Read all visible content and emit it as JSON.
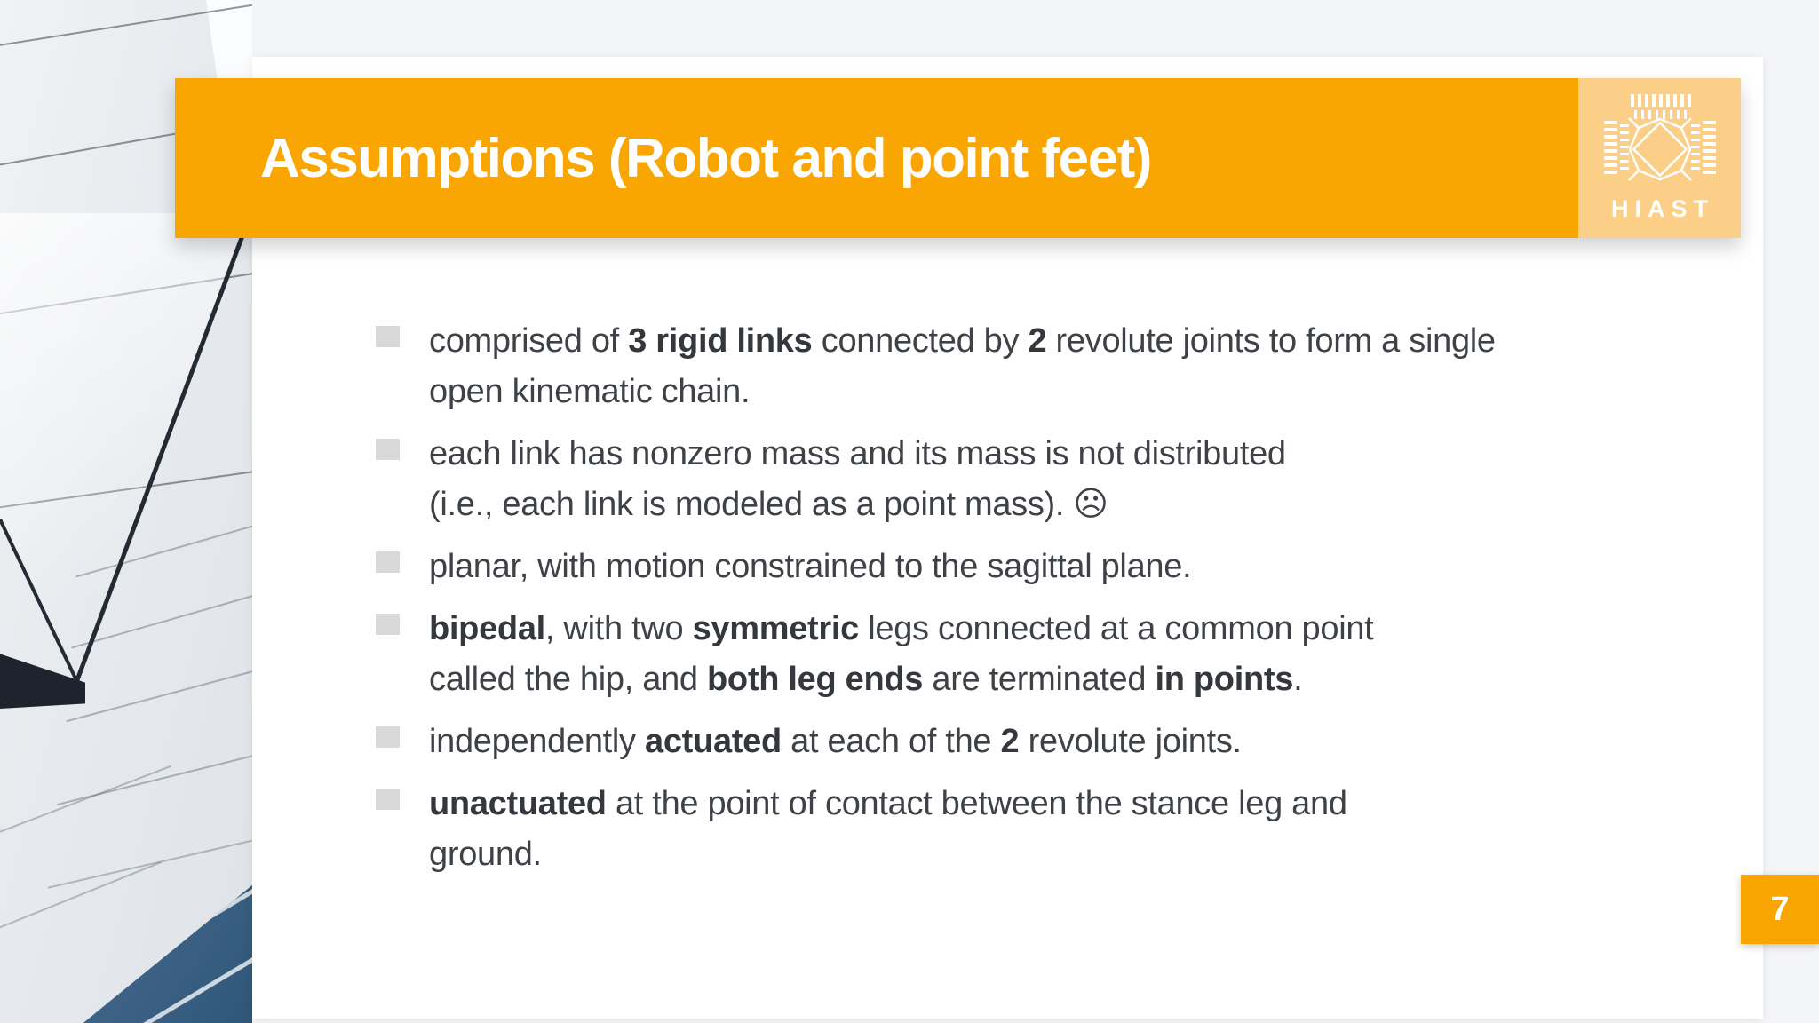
{
  "slide": {
    "title": "Assumptions (Robot and point feet)",
    "page_number": "7"
  },
  "logo": {
    "text": "HIAST",
    "icon": "chip-circuit-icon"
  },
  "colors": {
    "banner_orange": "#F9A602",
    "logo_background": "#FBCF87",
    "body_text": "#3E4247",
    "bullet_marker": "#D9D9DA",
    "photo_glass_blue": "#3D6285"
  },
  "bullets": [
    {
      "lines": [
        [
          {
            "t": "comprised of ",
            "b": false
          },
          {
            "t": "3 rigid links",
            "b": true
          },
          {
            "t": " connected by ",
            "b": false
          },
          {
            "t": "2",
            "b": true
          },
          {
            "t": " revolute joints to form a single",
            "b": false
          }
        ],
        [
          {
            "t": "open kinematic chain.",
            "b": false
          }
        ]
      ]
    },
    {
      "lines": [
        [
          {
            "t": "each link has nonzero mass and its mass is not distributed",
            "b": false
          }
        ],
        [
          {
            "t": "(i.e., each link is modeled as a point mass). ☹",
            "b": false
          }
        ]
      ]
    },
    {
      "lines": [
        [
          {
            "t": "planar, with motion constrained to the sagittal plane.",
            "b": false
          }
        ]
      ]
    },
    {
      "lines": [
        [
          {
            "t": "bipedal",
            "b": true
          },
          {
            "t": ", with two ",
            "b": false
          },
          {
            "t": "symmetric",
            "b": true
          },
          {
            "t": " legs connected at a common point",
            "b": false
          }
        ],
        [
          {
            "t": "called the hip, and ",
            "b": false
          },
          {
            "t": "both leg ends",
            "b": true
          },
          {
            "t": " are terminated ",
            "b": false
          },
          {
            "t": "in points",
            "b": true
          },
          {
            "t": ".",
            "b": false
          }
        ]
      ]
    },
    {
      "lines": [
        [
          {
            "t": "independently ",
            "b": false
          },
          {
            "t": "actuated",
            "b": true
          },
          {
            "t": " at each of the ",
            "b": false
          },
          {
            "t": "2",
            "b": true
          },
          {
            "t": " revolute joints.",
            "b": false
          }
        ]
      ]
    },
    {
      "lines": [
        [
          {
            "t": "unactuated",
            "b": true
          },
          {
            "t": " at the point of contact between the stance leg and",
            "b": false
          }
        ],
        [
          {
            "t": "ground.",
            "b": false
          }
        ]
      ]
    }
  ]
}
